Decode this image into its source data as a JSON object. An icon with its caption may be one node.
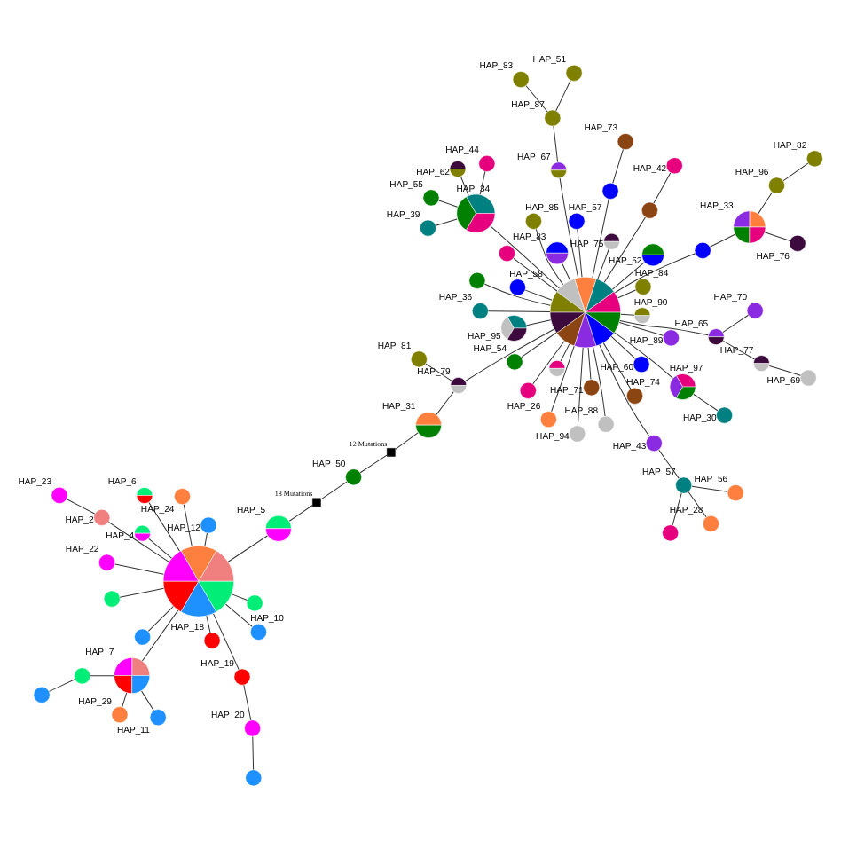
{
  "diagram": {
    "nodes": [
      {
        "text": [],
        "shape": "circle"
      },
      {
        "text": [],
        "shape": "circle",
        "beside": [
          "HAP_33"
        ]
      },
      {
        "text": [],
        "shape": "circle"
      },
      {
        "text": [],
        "shape": "circle",
        "beside": [
          "HAP_82"
        ]
      },
      {
        "text": [],
        "shape": "circle",
        "beside": [
          "HAP_96"
        ]
      },
      {
        "text": [],
        "shape": "circle",
        "beside": [
          "HAP_76"
        ]
      },
      {
        "text": [],
        "shape": "circle",
        "beside": [
          "HAP_54"
        ]
      },
      {
        "text": [],
        "shape": "circle",
        "beside": [
          "HAP_60"
        ]
      },
      {
        "text": [],
        "shape": "circle",
        "beside": [
          "HAP_26"
        ]
      },
      {
        "text": [],
        "shape": "circle",
        "beside": [
          "HAP_88"
        ]
      },
      {
        "text": [],
        "shape": "circle",
        "beside": [
          "HAP_94"
        ]
      },
      {
        "text": [],
        "shape": "circle",
        "beside": [
          "HAP_36"
        ]
      },
      {
        "text": [],
        "shape": "circle",
        "beside": [
          "HAP_89"
        ]
      },
      {
        "text": [],
        "shape": "circle",
        "beside": [
          "HAP_84"
        ]
      },
      {
        "text": [],
        "shape": "circle",
        "beside": [
          "HAP_85"
        ]
      },
      {
        "text": [],
        "shape": "circle",
        "beside": [
          "HAP_71"
        ]
      },
      {
        "text": [],
        "shape": "circle",
        "beside": [
          "HAP_74"
        ]
      },
      {
        "text": [],
        "shape": "circle",
        "beside": [
          "HAP_81"
        ]
      },
      {
        "text": [],
        "shape": "circle",
        "beside": [
          "HAP_31"
        ]
      },
      {
        "text": [],
        "shape": "circle",
        "beside": [
          "HAP_79"
        ]
      },
      {
        "text": [],
        "shape": "circle",
        "beside": [
          "HAP_50"
        ]
      },
      {
        "text": [],
        "shape": "box",
        "beside": [
          "12 Mutations"
        ]
      },
      {
        "text": [],
        "shape": "box",
        "beside": [
          "18 Mutations"
        ]
      },
      {
        "text": [],
        "shape": "circle",
        "beside": [
          "HAP_42"
        ]
      },
      {
        "text": [],
        "shape": "circle",
        "beside": [
          "HAP_73"
        ]
      },
      {
        "text": [],
        "shape": "circle",
        "beside": [
          "HAP_28"
        ]
      },
      {
        "text": [],
        "shape": "circle",
        "beside": [
          "HAP_56"
        ]
      },
      {
        "text": [],
        "shape": "circle",
        "beside": [
          "HAP_57"
        ]
      },
      {
        "text": [],
        "shape": "circle"
      },
      {
        "text": [],
        "shape": "circle"
      },
      {
        "text": [],
        "shape": "circle"
      },
      {
        "text": [],
        "shape": "circle",
        "beside": [
          "HAP_43"
        ]
      },
      {
        "text": [],
        "shape": "circle"
      },
      {
        "text": [],
        "shape": "circle"
      },
      {
        "text": [],
        "shape": "circle",
        "beside": [
          "HAP_67"
        ]
      },
      {
        "text": [],
        "shape": "circle"
      },
      {
        "text": [],
        "shape": "circle",
        "beside": [
          "HAP_83"
        ]
      },
      {
        "text": [],
        "shape": "circle",
        "beside": [
          "HAP_75"
        ]
      },
      {
        "text": [],
        "shape": "circle"
      },
      {
        "text": [],
        "shape": "circle",
        "beside": [
          "HAP_83"
        ]
      },
      {
        "text": [],
        "shape": "circle",
        "beside": [
          "HAP_51"
        ]
      },
      {
        "text": [],
        "shape": "circle",
        "beside": [
          "HAP_87"
        ]
      },
      {
        "text": [],
        "shape": "circle",
        "beside": [
          "HAP_58"
        ]
      },
      {
        "text": [],
        "shape": "circle",
        "beside": [
          "HAP_52"
        ]
      },
      {
        "text": [],
        "shape": "circle",
        "beside": [
          "HAP_90"
        ]
      },
      {
        "text": [],
        "shape": "circle",
        "beside": [
          "HAP_95"
        ]
      },
      {
        "text": [],
        "shape": "circle",
        "beside": [
          "HAP_97"
        ]
      },
      {
        "text": [],
        "shape": "circle",
        "beside": [
          "HAP_30"
        ]
      },
      {
        "text": [],
        "shape": "circle",
        "beside": [
          "HAP_65"
        ]
      },
      {
        "text": [],
        "shape": "circle",
        "beside": [
          "HAP_77"
        ]
      },
      {
        "text": [],
        "shape": "circle",
        "beside": [
          "HAP_69"
        ]
      },
      {
        "text": [],
        "shape": "circle",
        "beside": [
          "HAP_70"
        ]
      },
      {
        "text": [],
        "shape": "circle",
        "beside": [
          "HAP_57"
        ]
      },
      {
        "text": [],
        "shape": "circle",
        "beside": [
          "HAP_34"
        ]
      },
      {
        "text": [],
        "shape": "circle",
        "beside": [
          "HAP_44"
        ]
      },
      {
        "text": [],
        "shape": "circle",
        "beside": [
          "HAP_39"
        ]
      },
      {
        "text": [],
        "shape": "circle",
        "beside": [
          "HAP_55"
        ]
      },
      {
        "text": [],
        "shape": "circle",
        "beside": [
          "HAP_62"
        ]
      },
      {
        "text": [],
        "shape": "circle"
      },
      {
        "text": [],
        "shape": "circle",
        "beside": [
          "HAP_5"
        ]
      },
      {
        "text": [],
        "shape": "circle",
        "beside": [
          "HAP_6"
        ]
      },
      {
        "text": [],
        "shape": "circle",
        "beside": [
          "HAP_2"
        ]
      },
      {
        "text": [],
        "shape": "circle",
        "beside": [
          "HAP_23"
        ]
      },
      {
        "text": [],
        "shape": "circle",
        "beside": [
          "HAP_19"
        ]
      },
      {
        "text": [],
        "shape": "circle",
        "beside": [
          "HAP_20"
        ]
      },
      {
        "text": [],
        "shape": "circle"
      },
      {
        "text": [],
        "shape": "circle",
        "beside": [
          "HAP_4"
        ]
      },
      {
        "text": [],
        "shape": "circle",
        "beside": [
          "HAP_7"
        ]
      },
      {
        "text": [],
        "shape": "circle",
        "beside": [
          "HAP_11"
        ]
      },
      {
        "text": [],
        "shape": "circle",
        "beside": [
          "HAP_29"
        ]
      },
      {
        "text": [],
        "shape": "circle"
      },
      {
        "text": [],
        "shape": "circle"
      },
      {
        "text": [],
        "shape": "circle",
        "beside": [
          "HAP_24"
        ]
      },
      {
        "text": [],
        "shape": "circle",
        "beside": [
          "HAP_22"
        ]
      },
      {
        "text": [],
        "shape": "circle",
        "beside": [
          "HAP_18"
        ]
      },
      {
        "text": [],
        "shape": "circle",
        "beside": [
          "HAP_10"
        ]
      },
      {
        "text": [],
        "shape": "circle",
        "beside": [
          "HAP_12"
        ]
      },
      {
        "text": [],
        "shape": "circle"
      },
      {
        "text": [],
        "shape": "circle"
      },
      {
        "text": [],
        "shape": "circle"
      }
    ],
    "edges": [
      {
        "from": 1,
        "to": 2,
        "arrow": "none"
      },
      {
        "from": 2,
        "to": 0,
        "arrow": "none"
      },
      {
        "from": 3,
        "to": 4,
        "arrow": "none"
      },
      {
        "from": 4,
        "to": 1,
        "arrow": "none"
      },
      {
        "from": 5,
        "to": 1,
        "arrow": "none"
      },
      {
        "from": 6,
        "to": 0,
        "arrow": "none"
      },
      {
        "from": 7,
        "to": 0,
        "arrow": "none"
      },
      {
        "from": 8,
        "to": 0,
        "arrow": "none"
      },
      {
        "from": 9,
        "to": 0,
        "arrow": "none"
      },
      {
        "from": 10,
        "to": 0,
        "arrow": "none"
      },
      {
        "from": 11,
        "to": 0,
        "arrow": "none"
      },
      {
        "from": 12,
        "to": 0,
        "arrow": "none"
      },
      {
        "from": 13,
        "to": 0,
        "arrow": "none"
      },
      {
        "from": 14,
        "to": 0,
        "arrow": "none"
      },
      {
        "from": 15,
        "to": 0,
        "arrow": "none"
      },
      {
        "from": 16,
        "to": 0,
        "arrow": "none"
      },
      {
        "from": 17,
        "to": 19,
        "arrow": "none"
      },
      {
        "from": 18,
        "to": 19,
        "arrow": "none"
      },
      {
        "from": 19,
        "to": 0,
        "arrow": "none"
      },
      {
        "from": 18,
        "to": 21,
        "arrow": "none"
      },
      {
        "from": 21,
        "to": 20,
        "arrow": "none"
      },
      {
        "from": 20,
        "to": 22,
        "arrow": "none"
      },
      {
        "from": 22,
        "to": 59,
        "arrow": "none"
      },
      {
        "from": 23,
        "to": 29,
        "arrow": "none"
      },
      {
        "from": 29,
        "to": 0,
        "arrow": "none"
      },
      {
        "from": 24,
        "to": 30,
        "arrow": "none"
      },
      {
        "from": 30,
        "to": 0,
        "arrow": "none"
      },
      {
        "from": 25,
        "to": 27,
        "arrow": "none"
      },
      {
        "from": 26,
        "to": 27,
        "arrow": "none"
      },
      {
        "from": 28,
        "to": 27,
        "arrow": "none"
      },
      {
        "from": 27,
        "to": 31,
        "arrow": "none"
      },
      {
        "from": 31,
        "to": 0,
        "arrow": "none"
      },
      {
        "from": 32,
        "to": 0,
        "arrow": "none"
      },
      {
        "from": 33,
        "to": 0,
        "arrow": "none"
      },
      {
        "from": 34,
        "to": 0,
        "arrow": "none"
      },
      {
        "from": 35,
        "to": 0,
        "arrow": "none"
      },
      {
        "from": 36,
        "to": 0,
        "arrow": "none"
      },
      {
        "from": 37,
        "to": 0,
        "arrow": "none"
      },
      {
        "from": 38,
        "to": 0,
        "arrow": "none"
      },
      {
        "from": 39,
        "to": 41,
        "arrow": "none"
      },
      {
        "from": 40,
        "to": 41,
        "arrow": "none"
      },
      {
        "from": 41,
        "to": 34,
        "arrow": "none"
      },
      {
        "from": 42,
        "to": 0,
        "arrow": "none"
      },
      {
        "from": 43,
        "to": 0,
        "arrow": "none"
      },
      {
        "from": 44,
        "to": 0,
        "arrow": "none"
      },
      {
        "from": 45,
        "to": 0,
        "arrow": "none"
      },
      {
        "from": 46,
        "to": 0,
        "arrow": "none"
      },
      {
        "from": 47,
        "to": 46,
        "arrow": "none"
      },
      {
        "from": 48,
        "to": 0,
        "arrow": "none"
      },
      {
        "from": 49,
        "to": 48,
        "arrow": "none"
      },
      {
        "from": 50,
        "to": 49,
        "arrow": "none"
      },
      {
        "from": 51,
        "to": 48,
        "arrow": "none"
      },
      {
        "from": 52,
        "to": 0,
        "arrow": "none"
      },
      {
        "from": 53,
        "to": 0,
        "arrow": "none"
      },
      {
        "from": 54,
        "to": 53,
        "arrow": "none"
      },
      {
        "from": 55,
        "to": 53,
        "arrow": "none"
      },
      {
        "from": 56,
        "to": 53,
        "arrow": "none"
      },
      {
        "from": 57,
        "to": 53,
        "arrow": "none"
      },
      {
        "from": 59,
        "to": 58,
        "arrow": "none"
      },
      {
        "from": 60,
        "to": 58,
        "arrow": "none"
      },
      {
        "from": 61,
        "to": 58,
        "arrow": "none"
      },
      {
        "from": 62,
        "to": 61,
        "arrow": "none"
      },
      {
        "from": 63,
        "to": 58,
        "arrow": "none"
      },
      {
        "from": 64,
        "to": 63,
        "arrow": "none"
      },
      {
        "from": 65,
        "to": 64,
        "arrow": "none"
      },
      {
        "from": 66,
        "to": 58,
        "arrow": "none"
      },
      {
        "from": 67,
        "to": 58,
        "arrow": "none"
      },
      {
        "from": 68,
        "to": 67,
        "arrow": "none"
      },
      {
        "from": 69,
        "to": 67,
        "arrow": "none"
      },
      {
        "from": 70,
        "to": 67,
        "arrow": "none"
      },
      {
        "from": 71,
        "to": 70,
        "arrow": "none"
      },
      {
        "from": 72,
        "to": 58,
        "arrow": "none"
      },
      {
        "from": 73,
        "to": 58,
        "arrow": "none"
      },
      {
        "from": 74,
        "to": 58,
        "arrow": "none"
      },
      {
        "from": 75,
        "to": 58,
        "arrow": "none"
      },
      {
        "from": 76,
        "to": 58,
        "arrow": "none"
      },
      {
        "from": 77,
        "to": 58,
        "arrow": "none"
      },
      {
        "from": 78,
        "to": 58,
        "arrow": "none"
      },
      {
        "from": 79,
        "to": 58,
        "arrow": "none"
      }
    ]
  }
}
